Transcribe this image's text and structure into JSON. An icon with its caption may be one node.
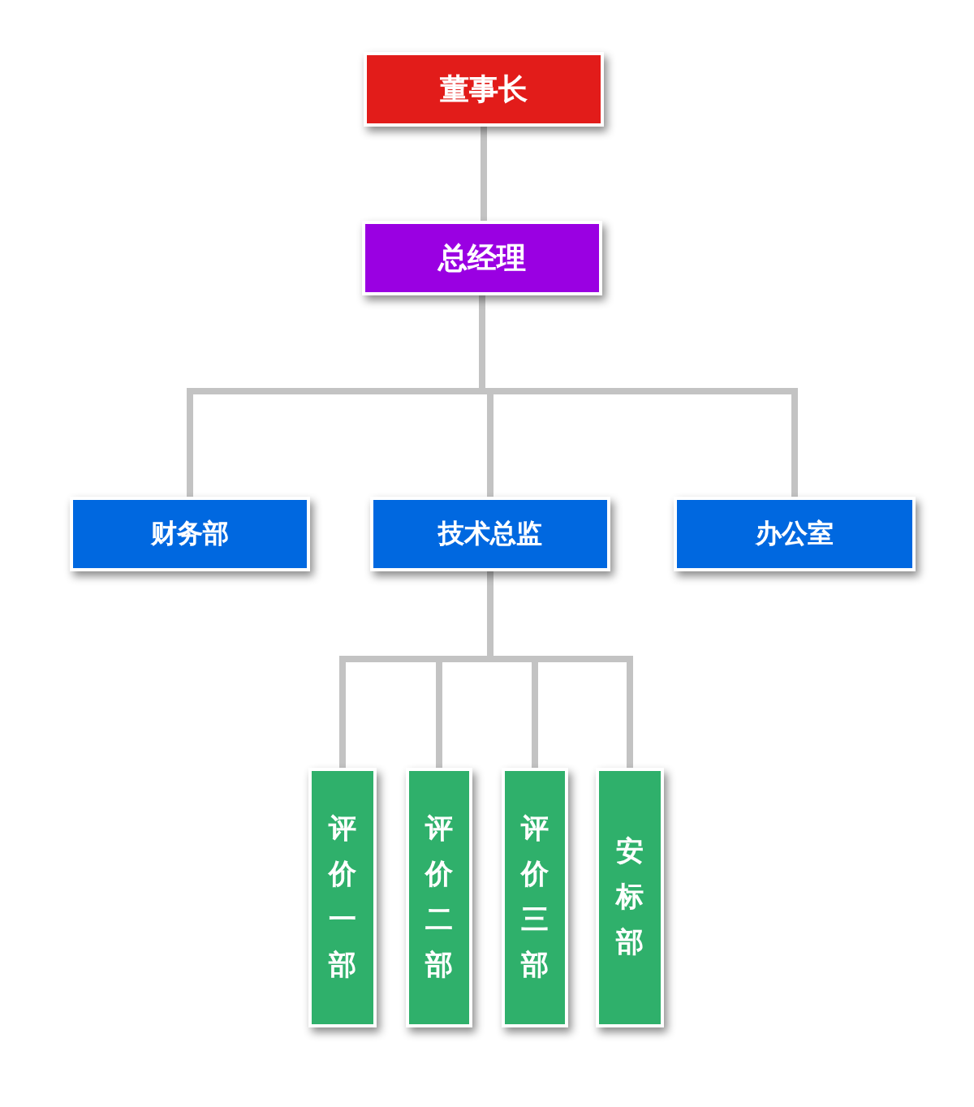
{
  "diagram": {
    "nodes": [
      {
        "text": [
          "董事长"
        ]
      },
      {
        "text": [
          "总经理"
        ]
      },
      {
        "text": [
          "财务部"
        ]
      },
      {
        "text": [
          "技术总监"
        ]
      },
      {
        "text": [
          "办公室"
        ]
      },
      {
        "text": [
          "评价一部"
        ]
      },
      {
        "text": [
          "评价二部"
        ]
      },
      {
        "text": [
          "评价三部"
        ]
      },
      {
        "text": [
          "安标部"
        ]
      }
    ],
    "edges": [
      {
        "from": 0,
        "to": 1,
        "arrow": "none"
      },
      {
        "from": 1,
        "to": 2,
        "arrow": "none"
      },
      {
        "from": 1,
        "to": 3,
        "arrow": "none"
      },
      {
        "from": 1,
        "to": 4,
        "arrow": "none"
      },
      {
        "from": 3,
        "to": 5,
        "arrow": "none"
      },
      {
        "from": 3,
        "to": 6,
        "arrow": "none"
      },
      {
        "from": 3,
        "to": 7,
        "arrow": "none"
      },
      {
        "from": 3,
        "to": 8,
        "arrow": "none"
      }
    ]
  }
}
